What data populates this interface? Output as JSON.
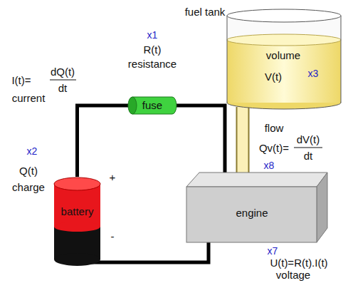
{
  "diagram": {
    "nodes": [
      {
        "text": [
          "fuel tank",
          "volume",
          "V(t)",
          "x3"
        ]
      },
      {
        "text": [
          "fuse"
        ]
      },
      {
        "text": [
          "battery"
        ]
      },
      {
        "text": [
          "engine"
        ]
      }
    ],
    "edges": [
      {
        "from": 2,
        "to": 1,
        "arrow": "none"
      },
      {
        "from": 1,
        "to": 3,
        "arrow": "none"
      },
      {
        "from": 3,
        "to": 2,
        "arrow": "none"
      },
      {
        "from": 0,
        "to": 3,
        "arrow": "none"
      }
    ],
    "labels": [
      "x1",
      "R(t)",
      "resistance",
      "I(t)=",
      "dQ(t)",
      "dt",
      "current",
      "x2",
      "Q(t)",
      "charge",
      "+",
      "-",
      "flow",
      "Qv(t)=",
      "dV(t)",
      "dt",
      "x8",
      "x7",
      "U(t)=R(t).I(t)",
      "voltage"
    ]
  }
}
